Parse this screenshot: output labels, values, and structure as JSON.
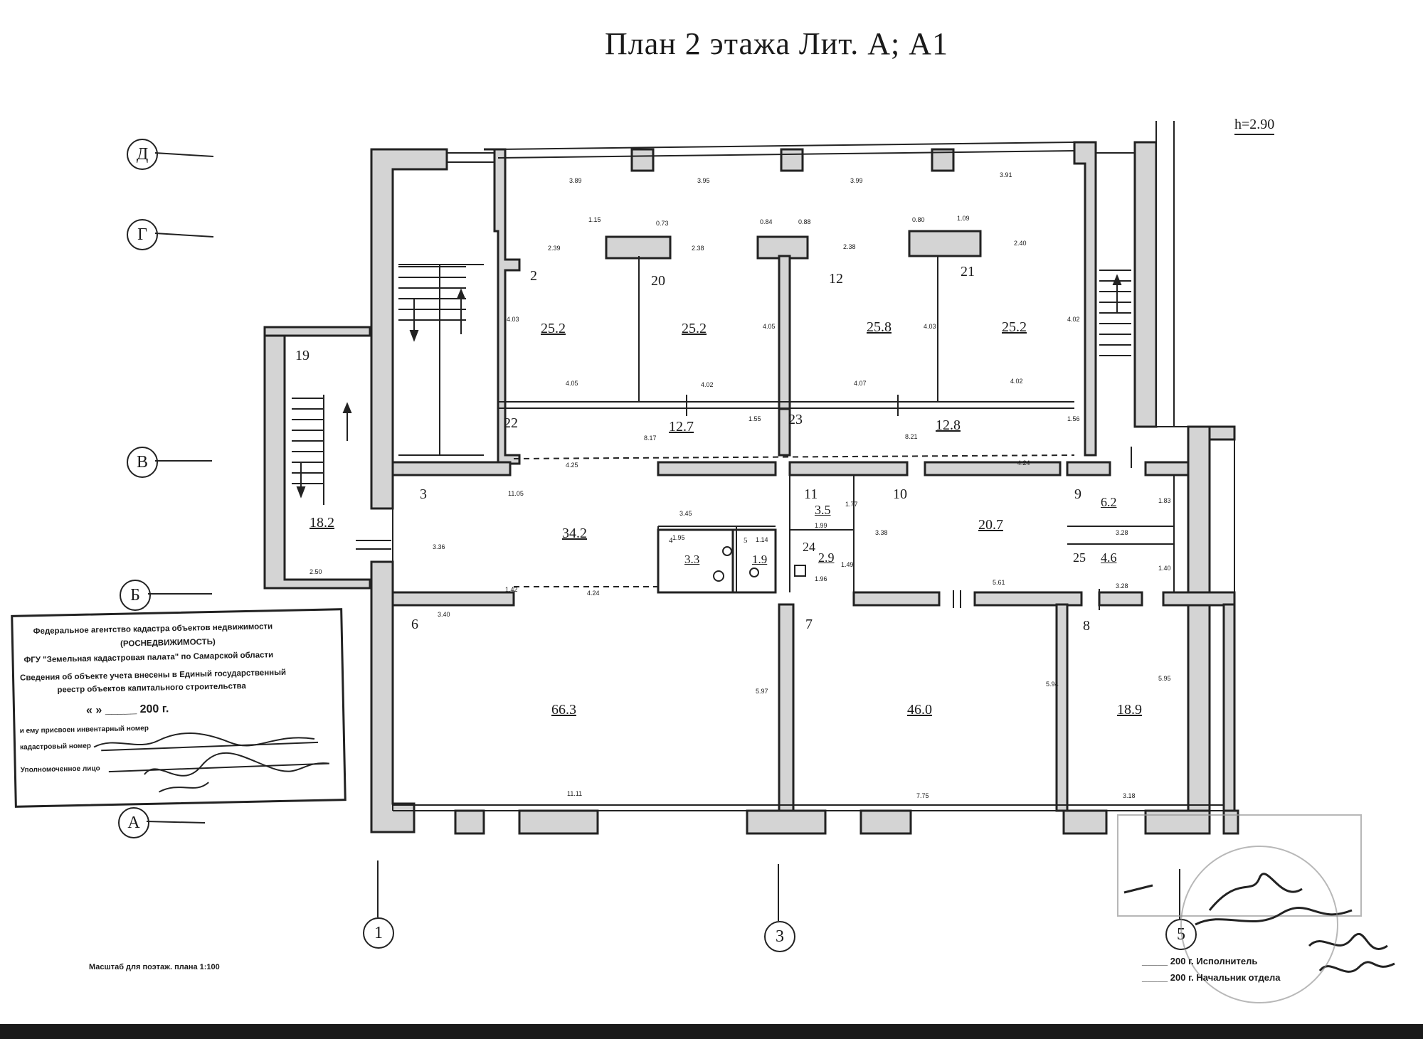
{
  "title": "План 2 этажа  Лит. А; А1",
  "height_label": "h=2.90",
  "scale_note": "Масштаб для поэтаж. плана 1:100",
  "axes_rows": [
    {
      "label": "Д"
    },
    {
      "label": "Г"
    },
    {
      "label": "В"
    },
    {
      "label": "Б"
    },
    {
      "label": "А"
    }
  ],
  "axes_cols": [
    {
      "label": "1"
    },
    {
      "label": "3"
    },
    {
      "label": "5"
    }
  ],
  "rooms": [
    {
      "num": "2",
      "area": "25.2"
    },
    {
      "num": "20",
      "area": "25.2"
    },
    {
      "num": "12",
      "area": "25.8"
    },
    {
      "num": "21",
      "area": "25.2"
    },
    {
      "num": "19",
      "area": "18.2"
    },
    {
      "num": "22",
      "area": "12.7"
    },
    {
      "num": "23",
      "area": "12.8"
    },
    {
      "num": "3",
      "area": "34.2"
    },
    {
      "num": "11",
      "area": "3.5"
    },
    {
      "num": "10",
      "area": "20.7"
    },
    {
      "num": "9",
      "area": "6.2"
    },
    {
      "num": "25",
      "area": "4.6"
    },
    {
      "num": "24",
      "area": "2.9"
    },
    {
      "num": "4",
      "area": "3.3"
    },
    {
      "num": "5",
      "area": "1.9"
    },
    {
      "num": "6",
      "area": "66.3"
    },
    {
      "num": "7",
      "area": "46.0"
    },
    {
      "num": "8",
      "area": "18.9"
    }
  ],
  "dimensions": [
    "3.89",
    "3.95",
    "3.99",
    "3.91",
    "1.15",
    "0.73",
    "0.84",
    "0.88",
    "0.80",
    "1.09",
    "2.39",
    "2.38",
    "2.38",
    "2.40",
    "4.03",
    "4.05",
    "4.03",
    "4.02",
    "4.05",
    "4.02",
    "4.07",
    "4.02",
    "8.17",
    "8.21",
    "1.55",
    "1.56",
    "4.25",
    "4.24",
    "11.05",
    "3.36",
    "2.50",
    "3.45",
    "1.95",
    "1.14",
    "1.99",
    "1.77",
    "1.96",
    "1.49",
    "3.38",
    "5.61",
    "3.28",
    "1.83",
    "3.28",
    "1.40",
    "3.40",
    "5.97",
    "5.94",
    "5.95",
    "4.24",
    "1.42",
    "11.11",
    "7.75",
    "3.18"
  ],
  "stamp": {
    "line1": "Федеральное агентство кадастра объектов недвижимости",
    "line2": "(РОСНЕДВИЖИМОСТЬ)",
    "line3": "ФГУ \"Земельная кадастровая палата\" по Самарской области",
    "line4": "Сведения об объекте учета внесены в Единый государственный",
    "line5": "реестр объектов капитального строительства",
    "line6": "«  »  _____  200  г.",
    "line7": "и ему присвоен инвентарный номер",
    "line8": "кадастровый номер",
    "line9": "Уполномоченное лицо"
  },
  "footer": {
    "row1": "_____ 200  г. Исполнитель",
    "row2": "_____ 200  г. Начальник отдела"
  },
  "colors": {
    "wall": "#2a2a2a",
    "wall_fill": "#cfcfcf",
    "line": "#222222"
  }
}
